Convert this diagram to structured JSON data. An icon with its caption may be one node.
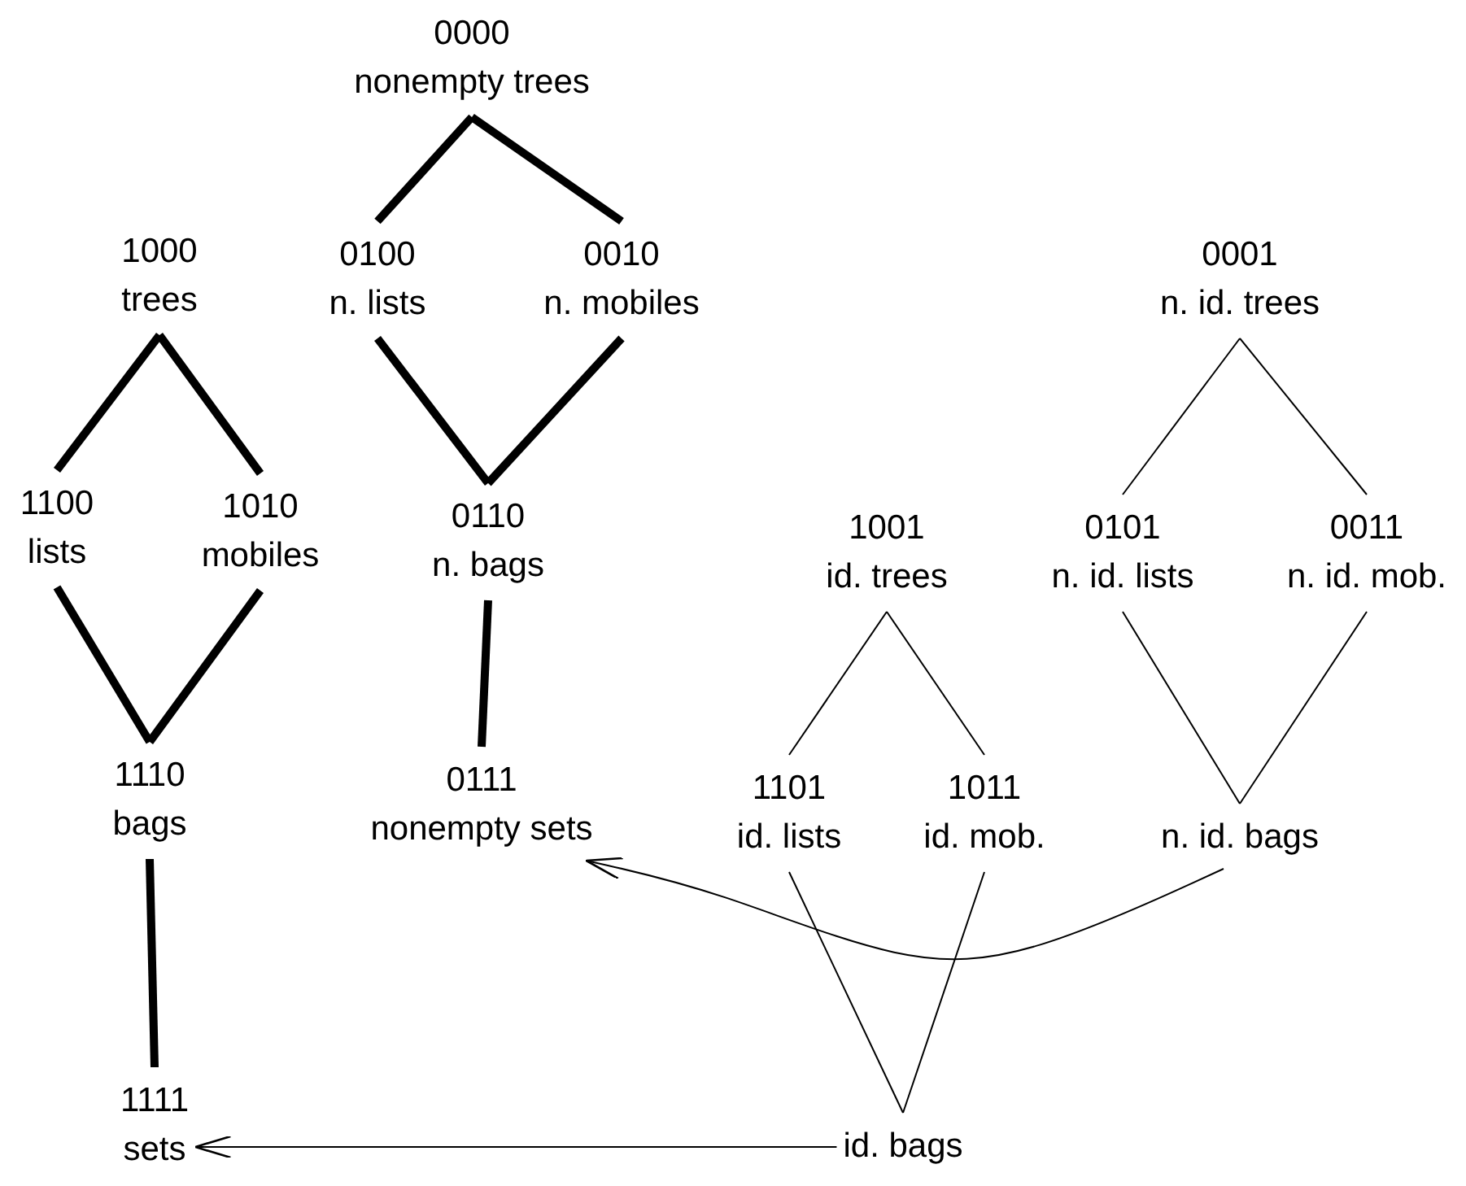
{
  "diagram": {
    "nodes": [
      {
        "text": [
          "0000",
          "nonempty trees"
        ]
      },
      {
        "text": [
          "1000",
          "trees"
        ]
      },
      {
        "text": [
          "0100",
          "n. lists"
        ]
      },
      {
        "text": [
          "0010",
          "n. mobiles"
        ]
      },
      {
        "text": [
          "0001",
          "n. id. trees"
        ]
      },
      {
        "text": [
          "1100",
          "lists"
        ]
      },
      {
        "text": [
          "1010",
          "mobiles"
        ]
      },
      {
        "text": [
          "0110",
          "n. bags"
        ]
      },
      {
        "text": [
          "1001",
          "id. trees"
        ]
      },
      {
        "text": [
          "0101",
          "n. id. lists"
        ]
      },
      {
        "text": [
          "0011",
          "n. id. mob."
        ]
      },
      {
        "text": [
          "1110",
          "bags"
        ]
      },
      {
        "text": [
          "0111",
          "nonempty sets"
        ]
      },
      {
        "text": [
          "1101",
          "id. lists"
        ]
      },
      {
        "text": [
          "1011",
          "id. mob."
        ]
      },
      {
        "text": [
          "n. id. bags"
        ]
      },
      {
        "text": [
          "1111",
          "sets"
        ]
      },
      {
        "text": [
          "id. bags"
        ]
      }
    ],
    "edges": [
      {
        "from": 0,
        "to": 2,
        "arrow": "none",
        "style": "thick"
      },
      {
        "from": 0,
        "to": 3,
        "arrow": "none",
        "style": "thick"
      },
      {
        "from": 1,
        "to": 5,
        "arrow": "none",
        "style": "thick"
      },
      {
        "from": 1,
        "to": 6,
        "arrow": "none",
        "style": "thick"
      },
      {
        "from": 2,
        "to": 7,
        "arrow": "none",
        "style": "thick"
      },
      {
        "from": 3,
        "to": 7,
        "arrow": "none",
        "style": "thick"
      },
      {
        "from": 4,
        "to": 9,
        "arrow": "none"
      },
      {
        "from": 4,
        "to": 10,
        "arrow": "none"
      },
      {
        "from": 5,
        "to": 11,
        "arrow": "none",
        "style": "thick"
      },
      {
        "from": 6,
        "to": 11,
        "arrow": "none",
        "style": "thick"
      },
      {
        "from": 7,
        "to": 12,
        "arrow": "none",
        "style": "thick"
      },
      {
        "from": 8,
        "to": 13,
        "arrow": "none"
      },
      {
        "from": 8,
        "to": 14,
        "arrow": "none"
      },
      {
        "from": 9,
        "to": 15,
        "arrow": "none"
      },
      {
        "from": 10,
        "to": 15,
        "arrow": "none"
      },
      {
        "from": 11,
        "to": 16,
        "arrow": "none",
        "style": "thick"
      },
      {
        "from": 13,
        "to": 17,
        "arrow": "none"
      },
      {
        "from": 14,
        "to": 17,
        "arrow": "none"
      },
      {
        "from": 15,
        "to": 12,
        "arrow": "to"
      },
      {
        "from": 17,
        "to": 16,
        "arrow": "to"
      }
    ]
  }
}
